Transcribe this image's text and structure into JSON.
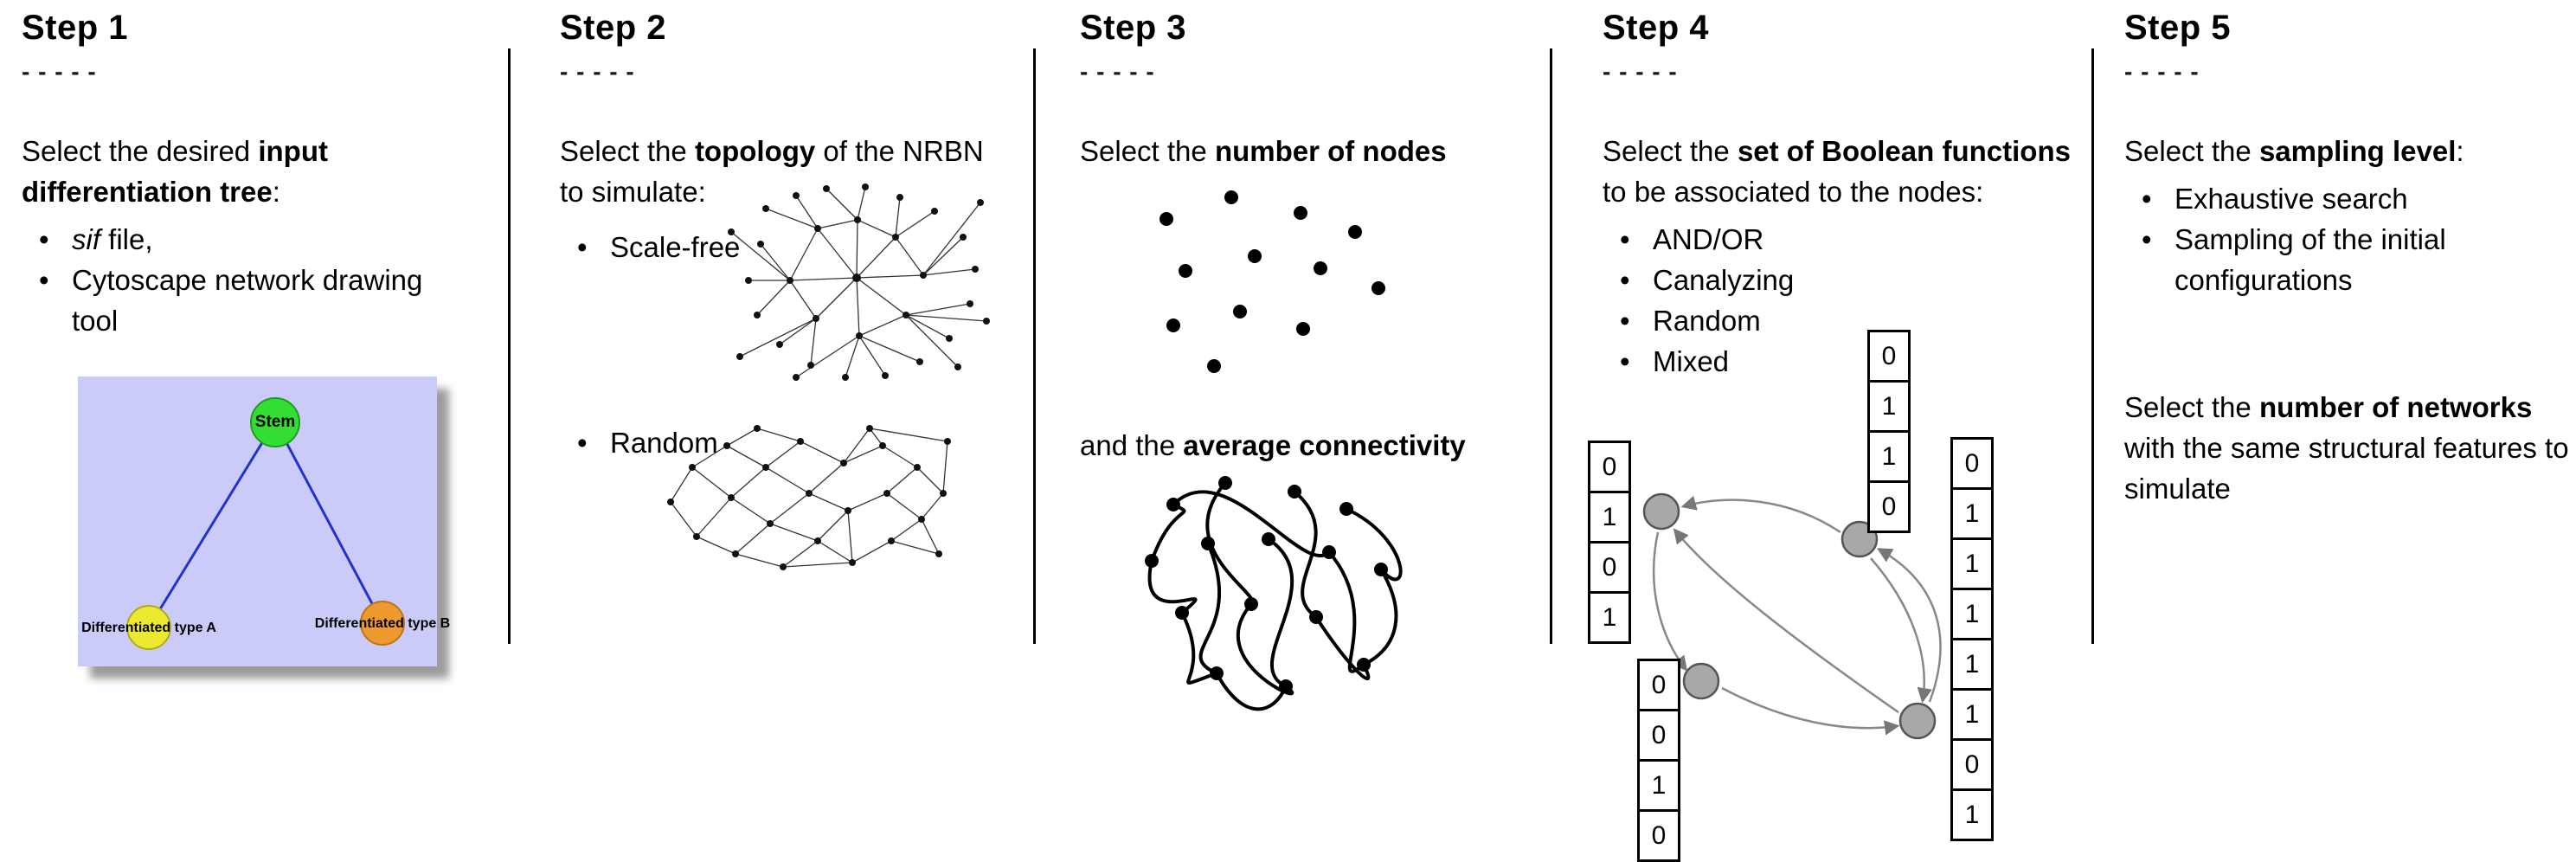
{
  "shared": {
    "dashes": "- - - - -"
  },
  "colors": {
    "tree_background": "#cbcbfa",
    "stem_green": "#33dd33",
    "type_a_yellow": "#ece930",
    "type_b_orange": "#ef9a2e",
    "tree_edge_blue": "#2233cc",
    "boolean_node_gray": "#a8a8a8"
  },
  "step1": {
    "title": "Step 1",
    "intro_pre": "Select the desired ",
    "intro_bold": "input differentiation tree",
    "intro_post": ":",
    "bullet1_italic": "sif",
    "bullet1_rest": " file,",
    "bullet2": "Cytoscape network drawing tool",
    "tree": {
      "stem": "Stem",
      "type_a": "Differentiated type A",
      "type_b": "Differentiated type B"
    }
  },
  "step2": {
    "title": "Step 2",
    "intro_pre": "Select the ",
    "intro_bold": "topology",
    "intro_post": " of the NRBN to simulate:",
    "bullet1": "Scale-free",
    "bullet2": "Random"
  },
  "step3": {
    "title": "Step 3",
    "line1_pre": "Select the ",
    "line1_bold": "number of nodes",
    "line2_pre": "and the ",
    "line2_bold": "average connectivity"
  },
  "step4": {
    "title": "Step 4",
    "intro_pre": "Select the ",
    "intro_bold": "set of Boolean functions",
    "intro_post": " to be associated to the nodes:",
    "bullets": [
      "AND/OR",
      "Canalyzing",
      "Random",
      "Mixed"
    ],
    "tables": {
      "left": [
        "0",
        "1",
        "0",
        "1"
      ],
      "top": [
        "0",
        "1",
        "1",
        "0"
      ],
      "right": [
        "0",
        "1",
        "1",
        "1",
        "1",
        "1",
        "0",
        "1"
      ],
      "bottom": [
        "0",
        "0",
        "1",
        "0"
      ]
    }
  },
  "step5": {
    "title": "Step 5",
    "intro_pre": "Select the ",
    "intro_bold": "sampling level",
    "intro_post": ":",
    "bullet1": "Exhaustive search",
    "bullet2": "Sampling of the initial configurations",
    "second_pre": "Select the ",
    "second_bold": "number of networks",
    "second_post": " with the same structural features to simulate"
  }
}
